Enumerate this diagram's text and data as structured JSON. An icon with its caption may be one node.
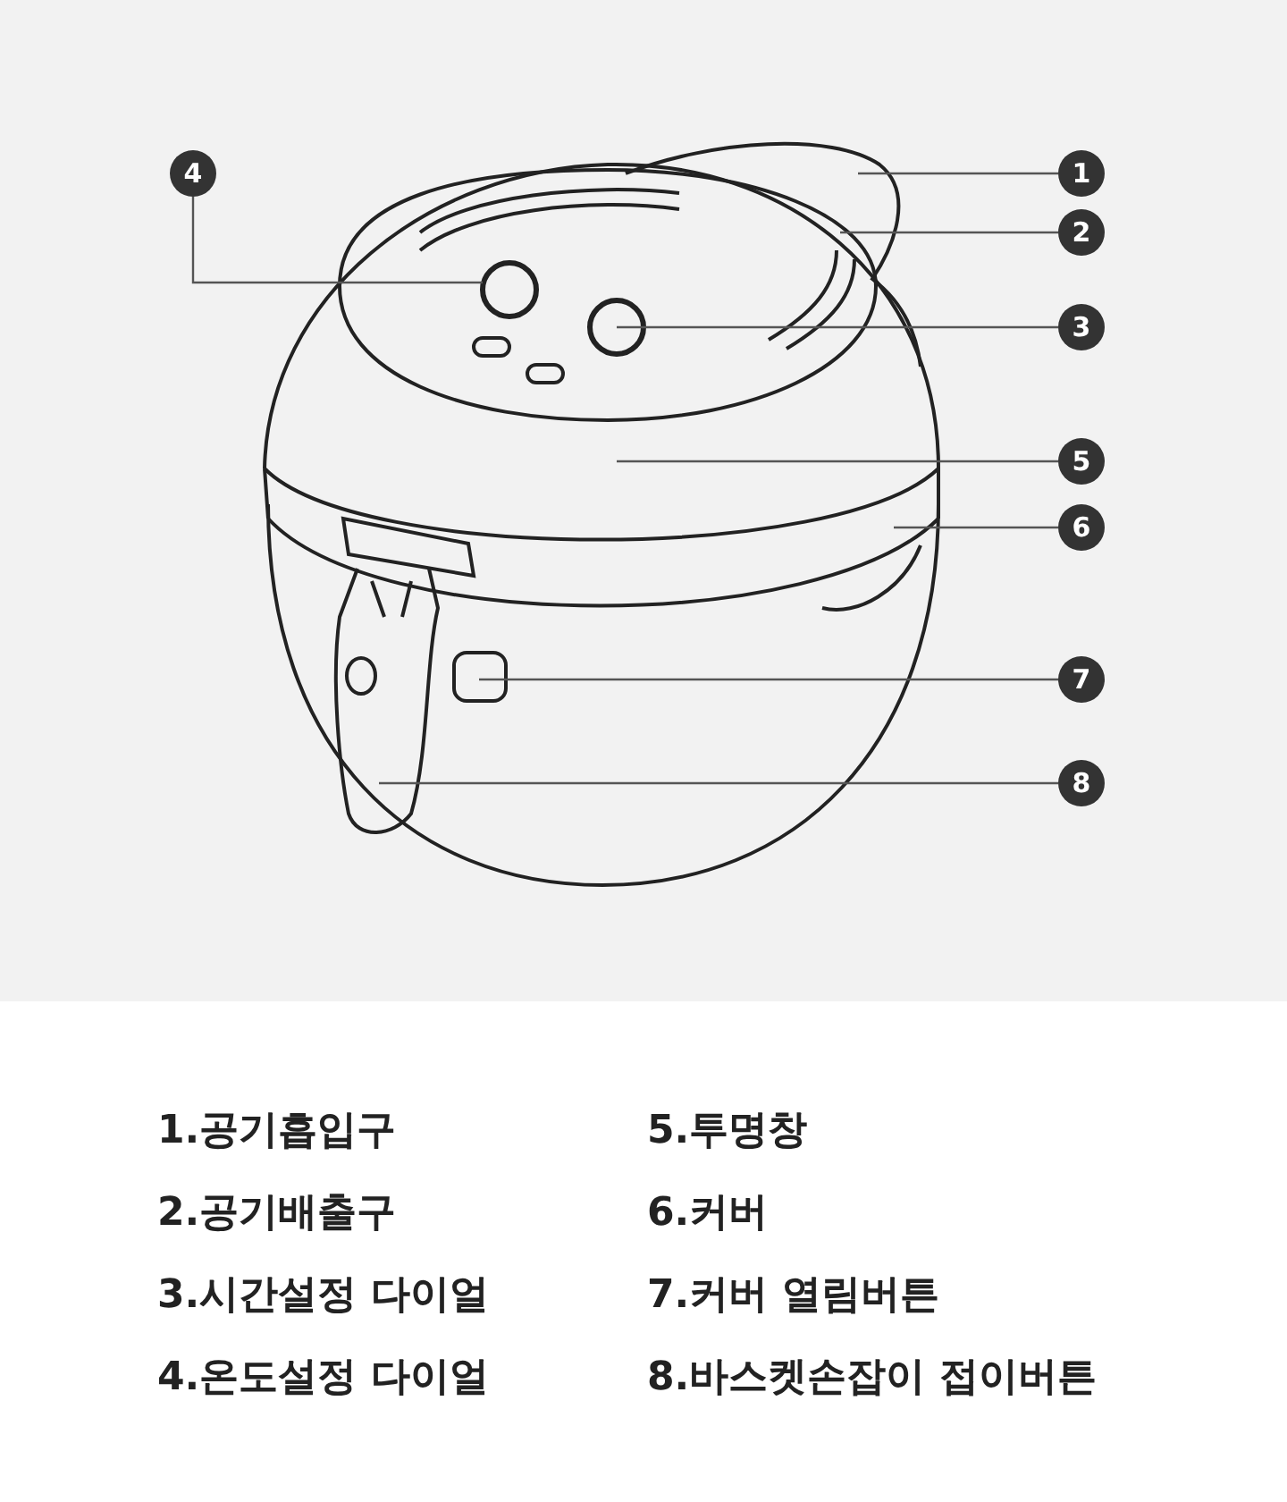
{
  "diagram": {
    "nodes": [
      {
        "text": [
          "1"
        ]
      },
      {
        "text": [
          "2"
        ]
      },
      {
        "text": [
          "3"
        ]
      },
      {
        "text": [
          "4"
        ]
      },
      {
        "text": [
          "5"
        ]
      },
      {
        "text": [
          "6"
        ]
      },
      {
        "text": [
          "7"
        ]
      },
      {
        "text": [
          "8"
        ]
      }
    ],
    "edges": [
      {
        "from": 0,
        "to": null,
        "arrow": "none"
      },
      {
        "from": 1,
        "to": null,
        "arrow": "none"
      },
      {
        "from": 2,
        "to": null,
        "arrow": "none"
      },
      {
        "from": 3,
        "to": null,
        "arrow": "none"
      },
      {
        "from": 4,
        "to": null,
        "arrow": "none"
      },
      {
        "from": 5,
        "to": null,
        "arrow": "none"
      },
      {
        "from": 6,
        "to": null,
        "arrow": "none"
      },
      {
        "from": 7,
        "to": null,
        "arrow": "none"
      }
    ],
    "labels": [
      "1.공기흡입구",
      "5.투명창",
      "2.공기배출구",
      "6.커버",
      "3.시간설정 다이얼",
      "7.커버 열림버튼",
      "4.온도설정 다이얼",
      "8.바스켓손잡이 접이버튼"
    ]
  }
}
